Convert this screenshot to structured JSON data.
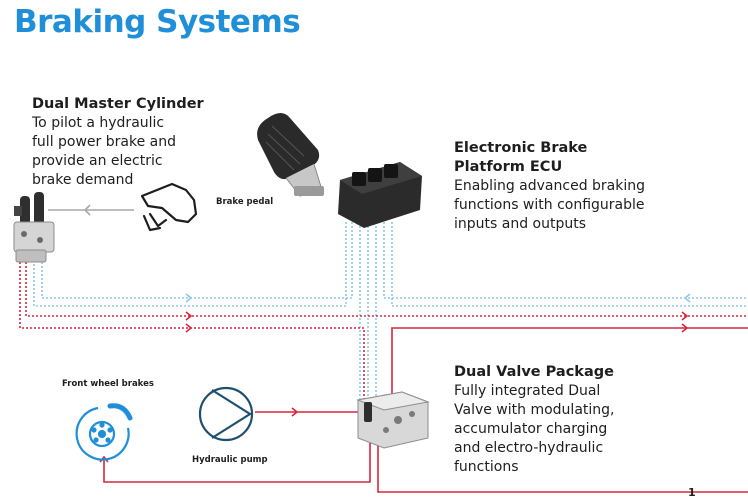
{
  "title": "Braking Systems",
  "dual_master_cylinder": {
    "heading": "Dual Master Cylinder",
    "lines": [
      "To pilot a hydraulic",
      "full power brake and",
      "provide an electric",
      "brake demand"
    ]
  },
  "ecu": {
    "heading_lines": [
      "Electronic Brake",
      "Platform ECU"
    ],
    "lines": [
      "Enabling advanced braking",
      "functions with configurable",
      "inputs and outputs"
    ]
  },
  "dual_valve": {
    "heading": "Dual Valve Package",
    "lines": [
      "Fully integrated Dual",
      "Valve with modulating,",
      "accumulator charging",
      "and electro-hydraulic",
      "functions"
    ]
  },
  "labels": {
    "brake_pedal": "Brake pedal",
    "front_wheel_brakes": "Front wheel brakes",
    "hydraulic_pump": "Hydraulic pump"
  },
  "page_number": "1",
  "colors": {
    "title": "#1e8fd8",
    "signal_line": "#8ec8ea",
    "hydraulic_line": "#d7263d",
    "pilot_line": "#a9a9a9",
    "icon_blue": "#1e8fd8",
    "icon_dark": "#1f4f6e"
  },
  "icons": [
    "foot-pedal-icon",
    "brake-pedal-icon",
    "ecu-icon",
    "master-cylinder-icon",
    "valve-package-icon",
    "brake-disc-icon",
    "hydraulic-pump-icon"
  ]
}
